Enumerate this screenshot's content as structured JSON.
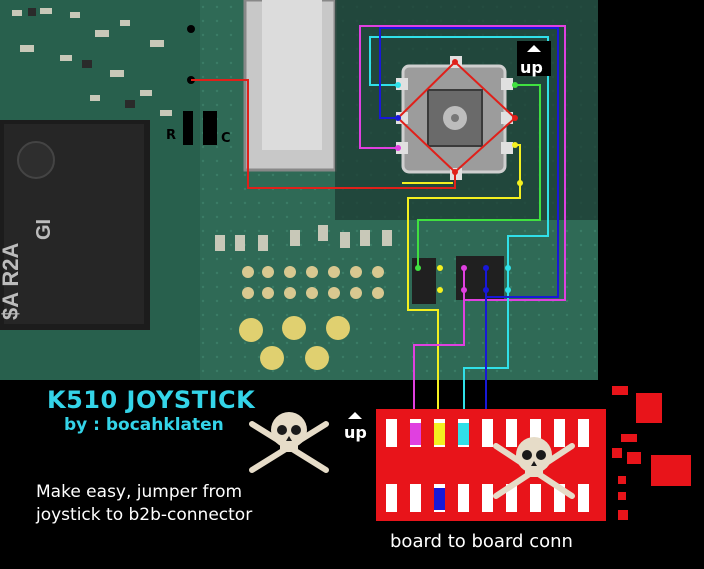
{
  "title": "K510 JOYSTICK",
  "byline": "by : bocahklaten",
  "description_line1": "Make easy, jumper from",
  "description_line2": "joystick to b2b-connector",
  "connector_label": "board to board conn",
  "up_label": "up",
  "resistor_label_r": "R",
  "resistor_label_c": "C",
  "chip_marking": "$A R2A GI",
  "wire_colors": {
    "red": "#e0201a",
    "yellow": "#f4f020",
    "green": "#40e040",
    "cyan": "#30e0e8",
    "blue": "#1818d8",
    "magenta": "#e040e0",
    "white": "#ffffff"
  },
  "connector_color": "#e8141a",
  "title_color": "#34d4e8"
}
